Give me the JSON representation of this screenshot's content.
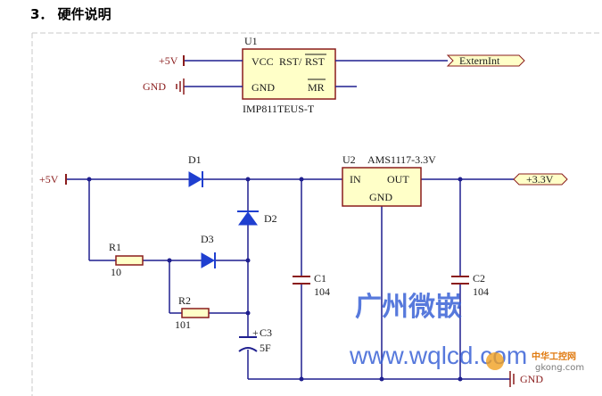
{
  "heading": "3． 硬件说明",
  "u1": {
    "ref": "U1",
    "part": "IMP811TEUS-T",
    "vcc": "VCC",
    "rst": "RST/",
    "rst_bar": "RST",
    "gnd": "GND",
    "mr": "MR"
  },
  "top_power": "+5V",
  "top_gnd": "GND",
  "extern_label": "ExternInt",
  "input_power": "+5V",
  "u2": {
    "ref": "U2",
    "part": "AMS1117-3.3V",
    "in": "IN",
    "out": "OUT",
    "gnd": "GND"
  },
  "output_label": "+3.3V",
  "d1": "D1",
  "d2": "D2",
  "d3": "D3",
  "r1": {
    "ref": "R1",
    "value": "10"
  },
  "r2": {
    "ref": "R2",
    "value": "101"
  },
  "c1": {
    "ref": "C1",
    "value": "104"
  },
  "c2": {
    "ref": "C2",
    "value": "104"
  },
  "c3": {
    "ref": "C3",
    "value": "5F",
    "polarity": "+"
  },
  "bottom_gnd": "GND",
  "watermark": {
    "cn": "广州微嵌",
    "url": "www.wqlcd.com",
    "logo_cn": "中华工控网",
    "logo_url": "gkong.com"
  },
  "colors": {
    "wire": "#1f1f8f",
    "component": "#8a1c1c",
    "ic_fill": "#ffffc8",
    "diode": "#1f3fd0",
    "watermark": "#3a62d6"
  }
}
